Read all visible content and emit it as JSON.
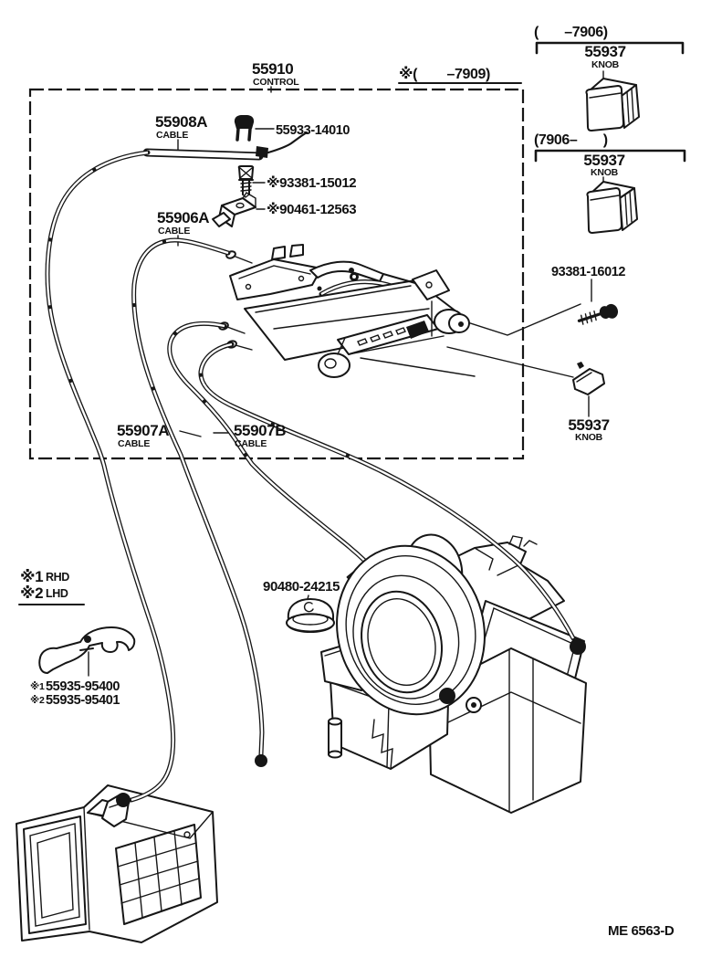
{
  "page": {
    "background": "#ffffff",
    "ink": "#161616"
  },
  "title_block": {
    "drawing_code": "ME 6563-D"
  },
  "control_assembly": {
    "part_number": "55910",
    "part_name": "CONTROL",
    "applicability_note": "※(        –7909)"
  },
  "cables": {
    "c55908a": {
      "part_number": "55908A",
      "part_name": "CABLE"
    },
    "c55906a": {
      "part_number": "55906A",
      "part_name": "CABLE"
    },
    "c55907a": {
      "part_number": "55907A",
      "part_name": "CABLE"
    },
    "c55907b": {
      "part_number": "55907B",
      "part_name": "CABLE"
    }
  },
  "small_parts": {
    "clip": {
      "part_number": "55933-14010"
    },
    "screw_control": {
      "part_number": "※93381-15012"
    },
    "clamp": {
      "part_number": "※90461-12563"
    },
    "grommet": {
      "part_number": "90480-24215"
    },
    "screw_knob": {
      "part_number": "93381-16012"
    },
    "knob_lever": {
      "part_number": "55937",
      "part_name": "KNOB"
    },
    "lever_rhd": {
      "mark": "※1",
      "part_number": "55935-95400"
    },
    "lever_lhd": {
      "mark": "※2",
      "part_number": "55935-95401"
    }
  },
  "knob_variants": [
    {
      "applicability": "(       –7906)",
      "part_number": "55937",
      "part_name": "KNOB"
    },
    {
      "applicability": "(7906–       )",
      "part_number": "55937",
      "part_name": "KNOB"
    }
  ],
  "legend": {
    "items": [
      {
        "mark": "※1",
        "label": "RHD"
      },
      {
        "mark": "※2",
        "label": "LHD"
      }
    ]
  }
}
